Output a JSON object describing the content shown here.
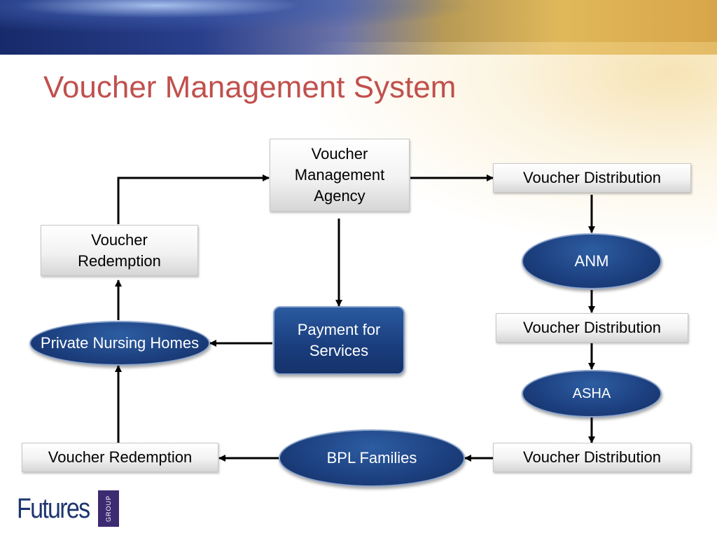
{
  "title": "Voucher Management System",
  "nodes": {
    "vma": "Voucher\nManagement\nAgency",
    "vd_top": "Voucher Distribution",
    "anm": "ANM",
    "vd_mid": "Voucher Distribution",
    "asha": "ASHA",
    "vd_bottom": "Voucher Distribution",
    "bpl": "BPL Families",
    "vr_bottom": "Voucher Redemption",
    "pnh": "Private Nursing Homes",
    "vr_top": "Voucher\nRedemption",
    "payment": "Payment for\nServices"
  },
  "logo": {
    "text": "Futures",
    "subtext": "GROUP"
  },
  "colors": {
    "title": "#c0504d",
    "oval_fill": "#1c3f7e",
    "box_fill": "#f2f2f2"
  }
}
